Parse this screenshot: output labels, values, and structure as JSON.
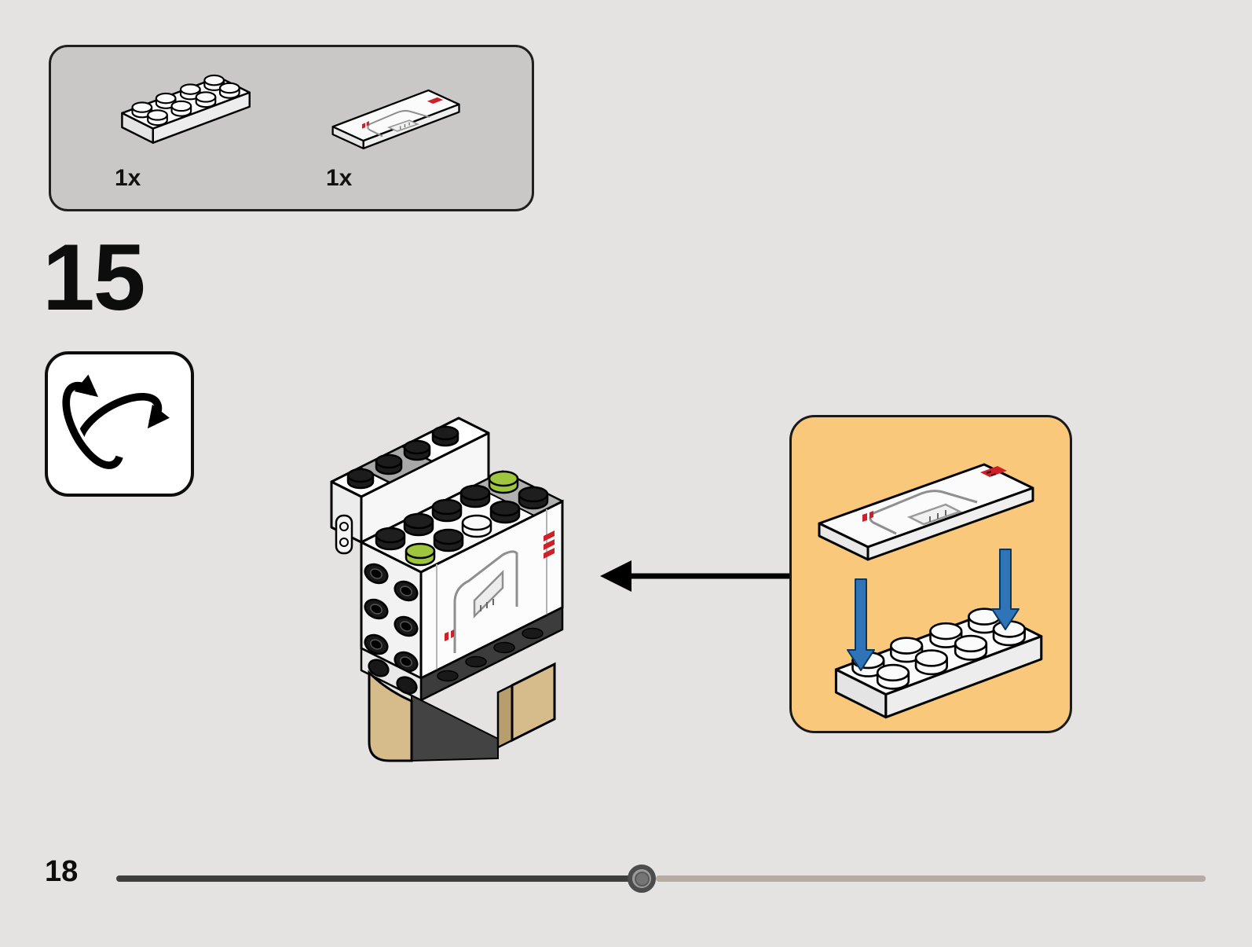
{
  "page": {
    "background_color": "#e4e3e1",
    "step_number": "15"
  },
  "parts_panel": {
    "items": [
      {
        "name": "plate-2x4-white",
        "count_label": "1x"
      },
      {
        "name": "tile-2x4-printed",
        "count_label": "1x"
      }
    ]
  },
  "rotate_icon": {
    "name": "rotate-model-icon"
  },
  "assembly": {
    "name": "step-assembly-illustration",
    "colors": {
      "tan": "#d6bc8a",
      "green": "#9dc53e",
      "print_red": "#cf2028"
    }
  },
  "callout": {
    "background_color": "#f9c87b",
    "parts": [
      "tile-2x4-printed",
      "plate-2x4-white"
    ],
    "arrow_color": "#2e74b7"
  },
  "footer": {
    "page_number": "18",
    "progress_fraction": 0.48,
    "track_dark_color": "#3e3e3e",
    "track_light_color": "#b4aba3"
  }
}
